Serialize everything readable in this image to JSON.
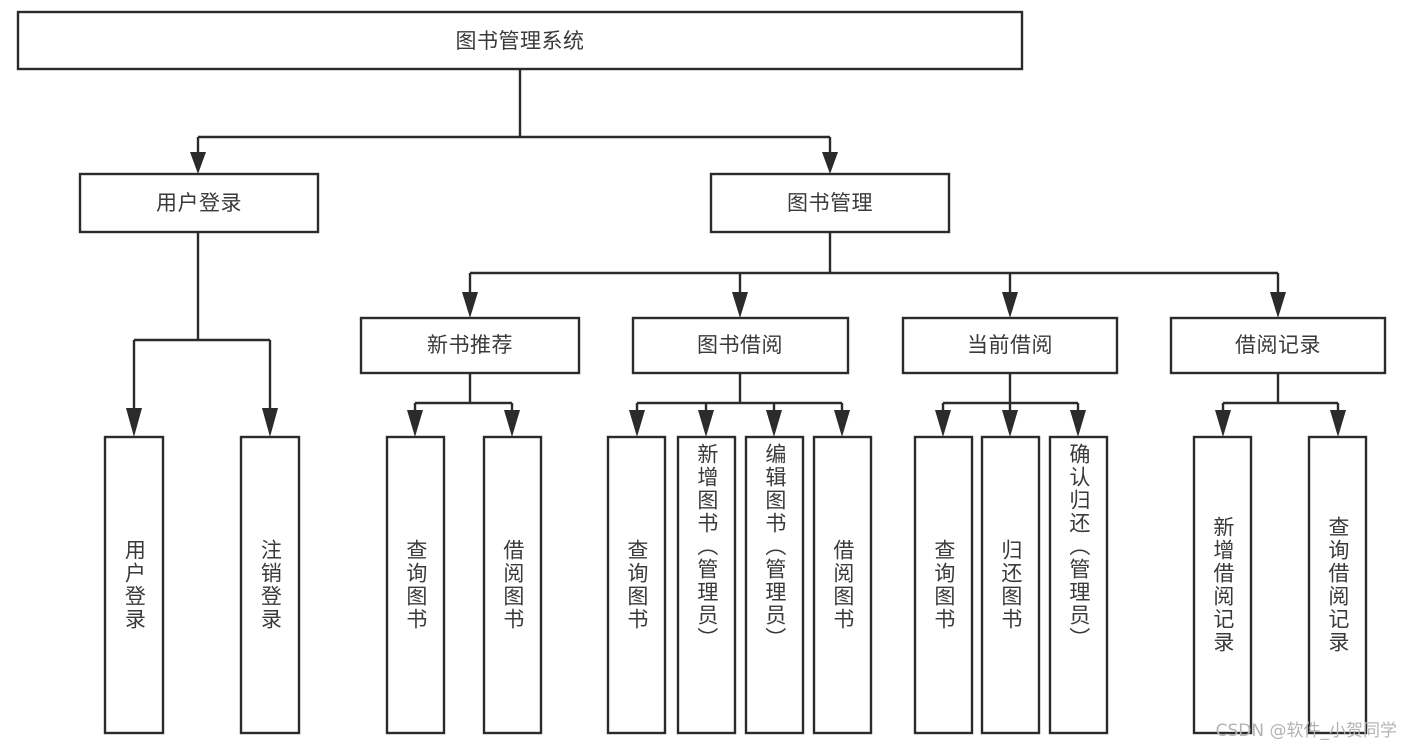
{
  "diagram": {
    "type": "hierarchy-tree",
    "title": "图书管理系统",
    "colors": {
      "background": "#ffffff",
      "stroke": "#2b2b2b",
      "text": "#3a3a3a",
      "watermark": "#b4b4b4"
    },
    "root": {
      "label": "图书管理系统",
      "orientation": "horizontal"
    },
    "level2": [
      {
        "label": "用户登录",
        "orientation": "horizontal"
      },
      {
        "label": "图书管理",
        "orientation": "horizontal"
      }
    ],
    "level3": [
      {
        "label": "新书推荐",
        "orientation": "horizontal",
        "parent": "图书管理"
      },
      {
        "label": "图书借阅",
        "orientation": "horizontal",
        "parent": "图书管理"
      },
      {
        "label": "当前借阅",
        "orientation": "horizontal",
        "parent": "图书管理"
      },
      {
        "label": "借阅记录",
        "orientation": "horizontal",
        "parent": "图书管理"
      }
    ],
    "leaves": [
      {
        "label": "用户登录",
        "orientation": "vertical",
        "parent": "用户登录"
      },
      {
        "label": "注销登录",
        "orientation": "vertical",
        "parent": "用户登录"
      },
      {
        "label": "查询图书",
        "orientation": "vertical",
        "parent": "新书推荐"
      },
      {
        "label": "借阅图书",
        "orientation": "vertical",
        "parent": "新书推荐"
      },
      {
        "label": "查询图书",
        "orientation": "vertical",
        "parent": "图书借阅"
      },
      {
        "label": "新增图书（管理员）",
        "orientation": "vertical",
        "parent": "图书借阅"
      },
      {
        "label": "编辑图书（管理员）",
        "orientation": "vertical",
        "parent": "图书借阅"
      },
      {
        "label": "借阅图书",
        "orientation": "vertical",
        "parent": "图书借阅"
      },
      {
        "label": "查询图书",
        "orientation": "vertical",
        "parent": "当前借阅"
      },
      {
        "label": "归还图书",
        "orientation": "vertical",
        "parent": "当前借阅"
      },
      {
        "label": "确认归还（管理员）",
        "orientation": "vertical",
        "parent": "当前借阅"
      },
      {
        "label": "新增借阅记录",
        "orientation": "vertical",
        "parent": "借阅记录"
      },
      {
        "label": "查询借阅记录",
        "orientation": "vertical",
        "parent": "借阅记录"
      }
    ],
    "watermark": "CSDN @软件_小贺同学"
  }
}
